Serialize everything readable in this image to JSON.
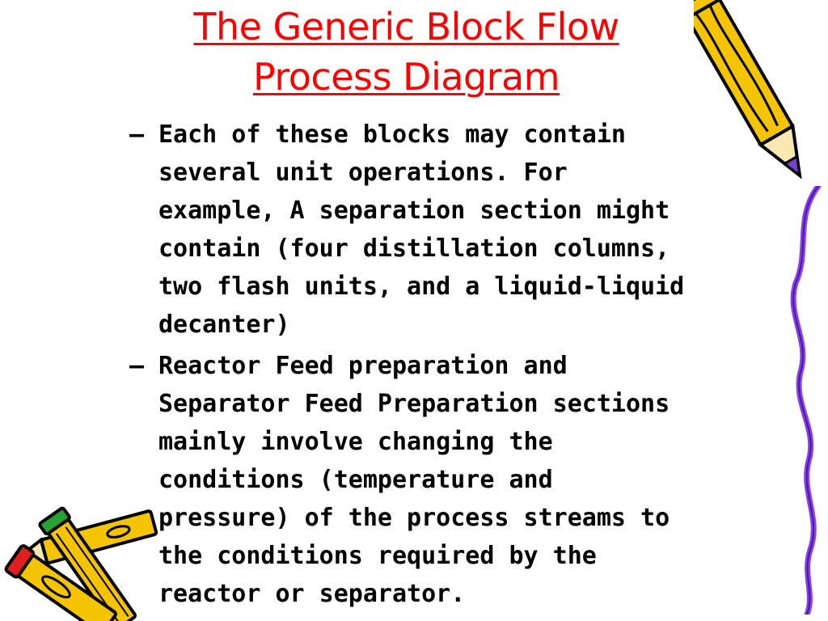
{
  "slide": {
    "title_line1": "The Generic Block Flow",
    "title_line2": "Process Diagram",
    "bullet_marker": "–",
    "bullets": [
      {
        "lines": [
          "Each of these blocks may contain",
          "several unit operations. For",
          "example, A separation section might",
          "contain (four distillation columns,",
          "two flash units, and a liquid-liquid",
          "decanter)"
        ]
      },
      {
        "lines": [
          "Reactor Feed preparation and",
          "Separator Feed Preparation sections",
          "mainly involve changing the",
          "conditions (temperature and",
          "pressure) of the process streams to",
          "the conditions required by the",
          "reactor or separator."
        ]
      }
    ]
  },
  "colors": {
    "title": "#ff0000",
    "text": "#000000",
    "pencil_body": "#f5c400",
    "pencil_tip_purple": "#7b3fd6",
    "pencil_tip_red": "#e02020",
    "pencil_tip_green": "#27a334",
    "squiggle": "#8a3ff0"
  },
  "decorations": {
    "top_right": "pencil-icon",
    "bottom_left": "crossed-pencils-icon",
    "right_edge": "squiggle-line-icon"
  }
}
